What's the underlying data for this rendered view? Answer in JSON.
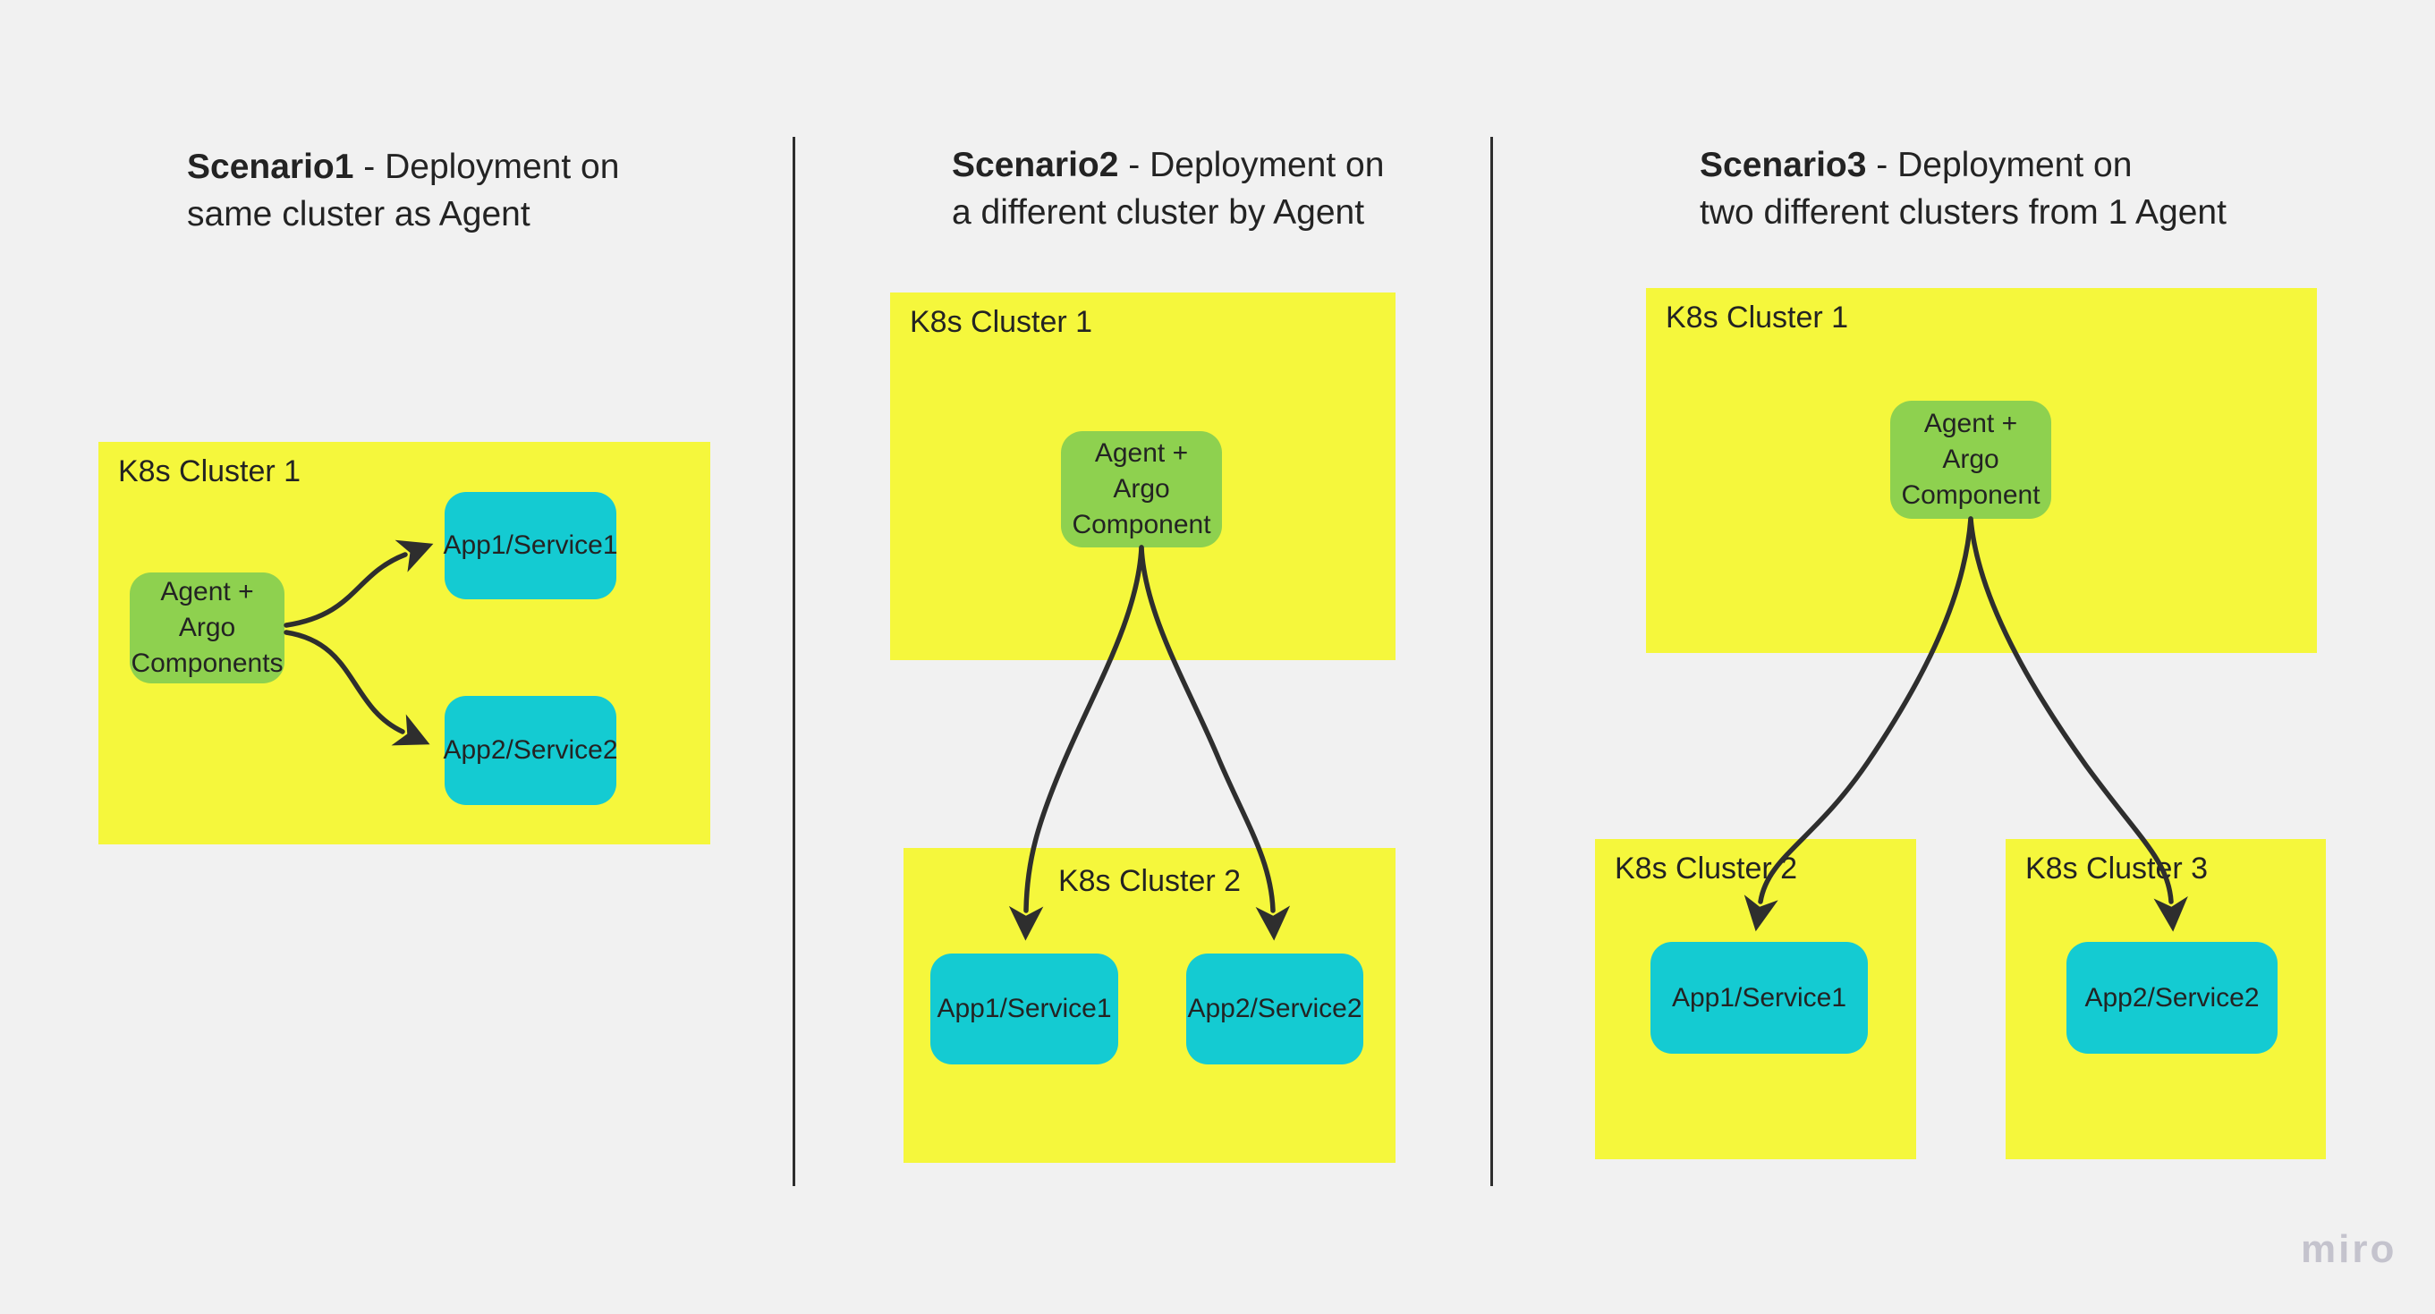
{
  "app": {
    "watermark": "miro"
  },
  "colors": {
    "bg": "#f1f1f1",
    "yellow": "#f5f73c",
    "green": "#8ed14f",
    "cyan": "#14cbd2",
    "ink": "#232323",
    "line": "#2e2e2e",
    "watermark": "#c4c3cd"
  },
  "scenarios": [
    {
      "title": {
        "bold": "Scenario1",
        "rest": " - Deployment on",
        "line2": "same cluster as Agent"
      },
      "agent": {
        "lines": [
          "Agent + Argo",
          "Components"
        ]
      },
      "clusters": [
        {
          "label": "K8s Cluster 1"
        }
      ],
      "apps": [
        {
          "label": "App1/Service1"
        },
        {
          "label": "App2/Service2"
        }
      ]
    },
    {
      "title": {
        "bold": "Scenario2",
        "rest": " - Deployment on",
        "line2": "a different cluster by Agent"
      },
      "agent": {
        "lines": [
          "Agent +",
          "Argo",
          "Component"
        ]
      },
      "clusters": [
        {
          "label": "K8s Cluster 1"
        },
        {
          "label": "K8s Cluster 2"
        }
      ],
      "apps": [
        {
          "label": "App1/Service1"
        },
        {
          "label": "App2/Service2"
        }
      ]
    },
    {
      "title": {
        "bold": "Scenario3",
        "rest": " - Deployment on",
        "line2": "two different clusters from 1 Agent"
      },
      "agent": {
        "lines": [
          "Agent +",
          "Argo",
          "Component"
        ]
      },
      "clusters": [
        {
          "label": "K8s Cluster 1"
        },
        {
          "label": "K8s Cluster 2"
        },
        {
          "label": "K8s Cluster 3"
        }
      ],
      "apps": [
        {
          "label": "App1/Service1"
        },
        {
          "label": "App2/Service2"
        }
      ]
    }
  ]
}
